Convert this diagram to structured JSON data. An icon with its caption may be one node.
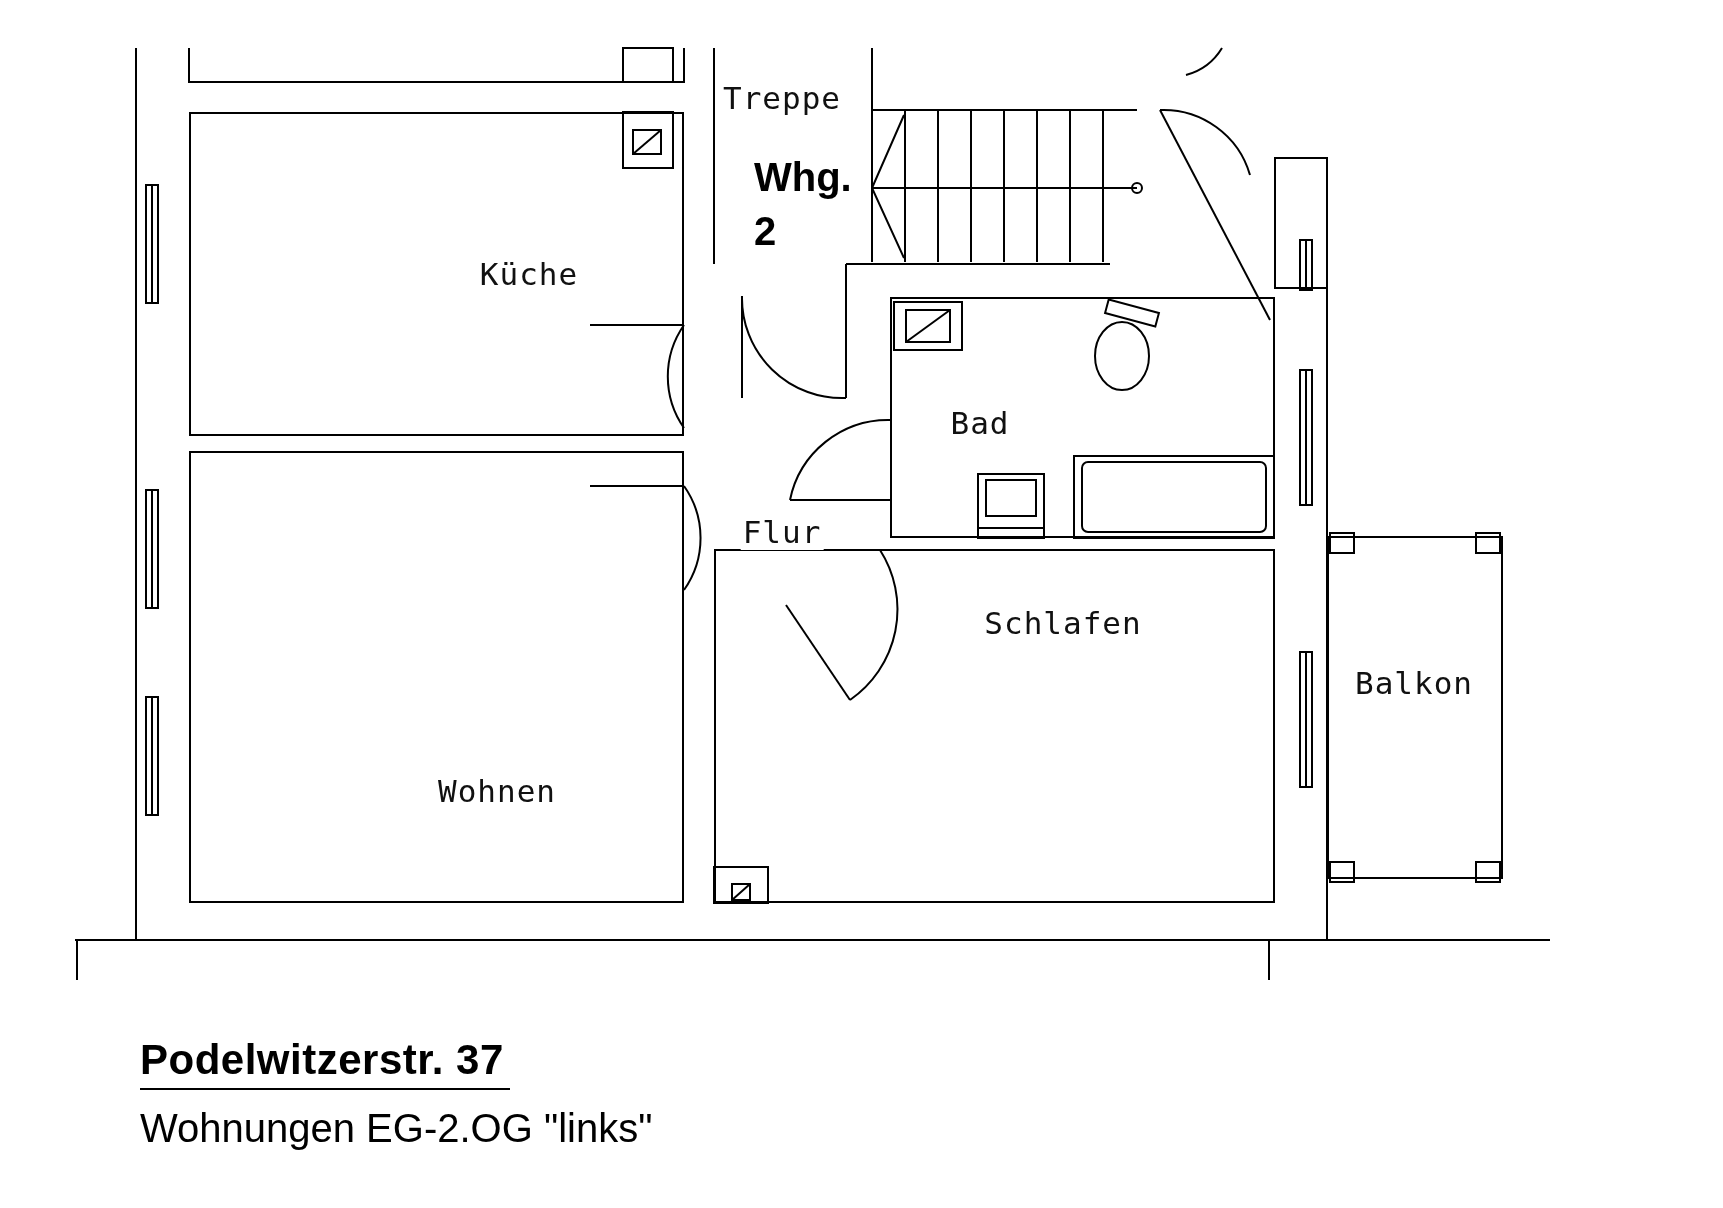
{
  "diagram": {
    "title": "Podelwitzerstr. 37",
    "caption": "Wohnungen EG-2.OG \"links\"",
    "nodes": [
      {
        "text": [
          "Treppe"
        ]
      },
      {
        "text": [
          "Küche"
        ]
      },
      {
        "text": [
          "Bad"
        ]
      },
      {
        "text": [
          "Flur"
        ]
      },
      {
        "text": [
          "Schlafen"
        ]
      },
      {
        "text": [
          "Balkon"
        ]
      },
      {
        "text": [
          "Wohnen"
        ]
      }
    ],
    "labels": [
      "Whg. 2"
    ]
  }
}
